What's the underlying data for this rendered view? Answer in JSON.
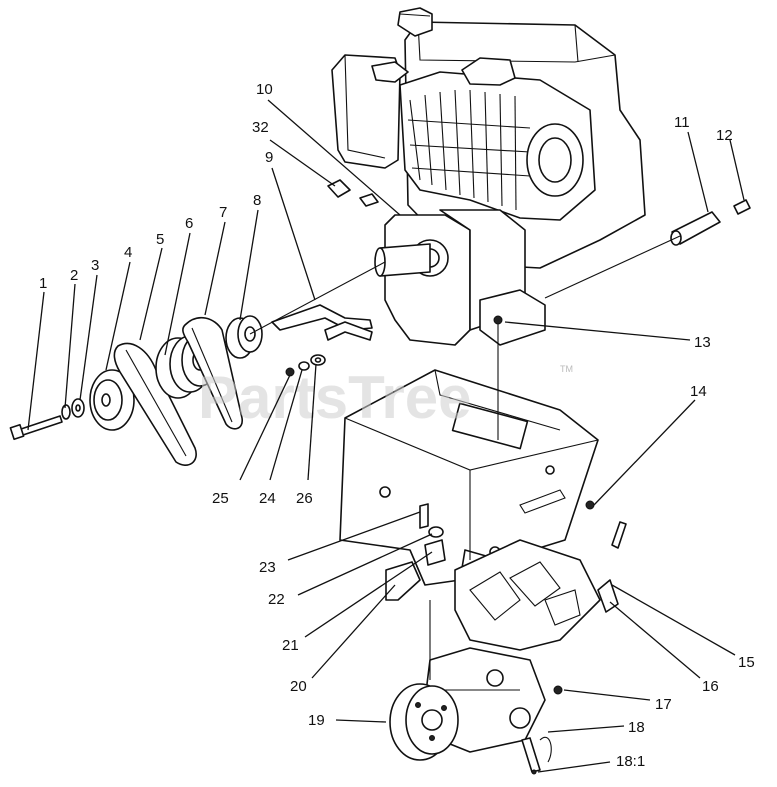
{
  "watermark": {
    "text": "PartsTree",
    "trademark": "TM"
  },
  "callouts": [
    {
      "label": "1"
    },
    {
      "label": "2"
    },
    {
      "label": "3"
    },
    {
      "label": "4"
    },
    {
      "label": "5"
    },
    {
      "label": "6"
    },
    {
      "label": "7"
    },
    {
      "label": "8"
    },
    {
      "label": "9"
    },
    {
      "label": "10"
    },
    {
      "label": "11"
    },
    {
      "label": "12"
    },
    {
      "label": "32"
    },
    {
      "label": "13"
    },
    {
      "label": "14"
    },
    {
      "label": "25"
    },
    {
      "label": "24"
    },
    {
      "label": "26"
    },
    {
      "label": "23"
    },
    {
      "label": "22"
    },
    {
      "label": "21"
    },
    {
      "label": "20"
    },
    {
      "label": "19"
    },
    {
      "label": "15"
    },
    {
      "label": "16"
    },
    {
      "label": "17"
    },
    {
      "label": "18"
    },
    {
      "label": "18:1"
    }
  ]
}
